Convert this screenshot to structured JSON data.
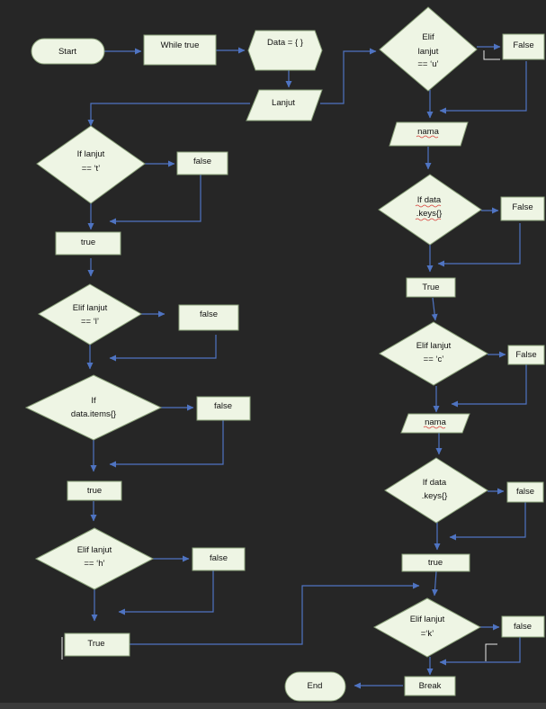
{
  "nodes": {
    "start": "Start",
    "while_true": "While true",
    "data_init": "Data = { }",
    "input_lanjut": "Lanjut",
    "if_t": [
      "If lanjut",
      "== ‘t’"
    ],
    "false_t": "false",
    "true_t": "true",
    "elif_l": [
      "Elif lanjut",
      "== ‘l’"
    ],
    "false_l": "false",
    "if_items": [
      "If",
      "data.items{}"
    ],
    "false_items": "false",
    "true_items": "true",
    "elif_h": [
      "Elif lanjut",
      "== ‘h’"
    ],
    "false_h": "false",
    "true_h": "True",
    "elif_u": [
      "Elif",
      "lanjut",
      "== ‘u’"
    ],
    "false_u": "False",
    "input_nama_u": "nama",
    "if_keys_u": [
      "If data",
      ".keys{}"
    ],
    "false_keys_u": "False",
    "true_keys_u": "True",
    "elif_c": [
      "Elif lanjut",
      "== ‘c’"
    ],
    "false_c": "False",
    "input_nama_c": "nama",
    "if_keys_c": [
      "If data",
      ".keys{}"
    ],
    "false_keys_c": "false",
    "true_keys_c": "true",
    "elif_k": [
      "Elif lanjut",
      "=‘k’"
    ],
    "false_k": "false",
    "break": "Break",
    "end": "End"
  },
  "colors": {
    "background": "#262626",
    "shape_fill": "#eef5e4",
    "shape_stroke": "#8aa17a",
    "connector": "#4f74c2"
  }
}
